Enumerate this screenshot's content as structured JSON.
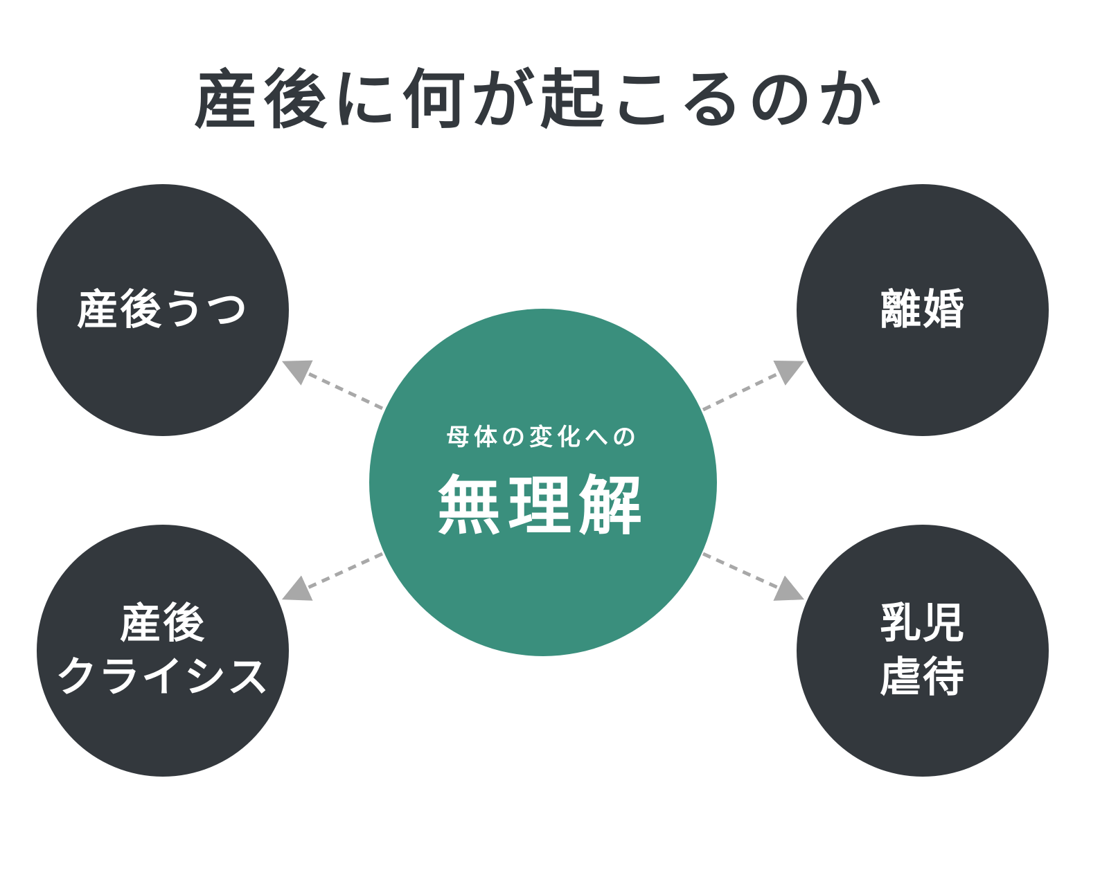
{
  "title": "産後に何が起こるのか",
  "center": {
    "sub": "母体の変化への",
    "main": "無理解"
  },
  "outcomes": {
    "top_left": {
      "line1": "産後うつ"
    },
    "top_right": {
      "line1": "離婚"
    },
    "bottom_left": {
      "line1": "産後",
      "line2": "クライシス"
    },
    "bottom_right": {
      "line1": "乳児",
      "line2": "虐待"
    }
  },
  "colors": {
    "dark": "#33383d",
    "accent": "#3a8f7d",
    "arrow": "#a8a8a8"
  }
}
